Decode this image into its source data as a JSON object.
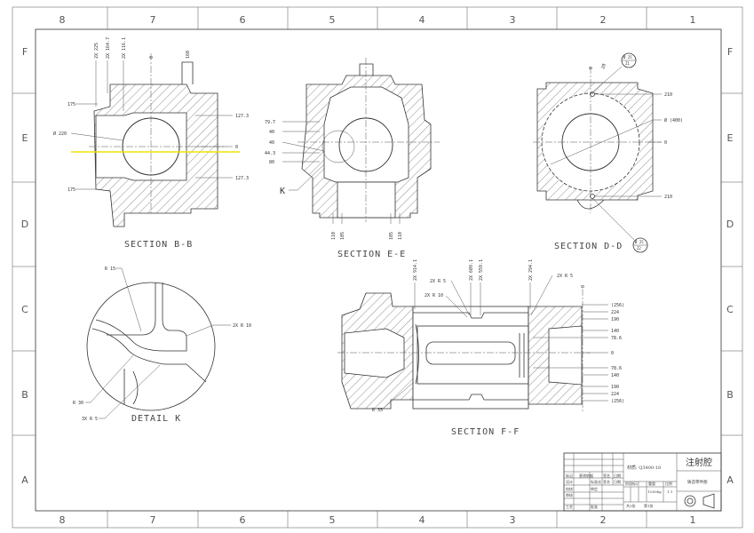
{
  "frame": {
    "columns": [
      "8",
      "7",
      "6",
      "5",
      "4",
      "3",
      "2",
      "1"
    ],
    "rows": [
      "F",
      "E",
      "D",
      "C",
      "B",
      "A"
    ]
  },
  "highlight_color": "#f5e600",
  "section_bb": {
    "title": "SECTION B-B",
    "dims": [
      "2X 225",
      "2X 164.7",
      "2X 116.1",
      "0",
      "160",
      "175",
      "127.3",
      "Ø 220",
      "0",
      "127.3",
      "175"
    ]
  },
  "section_ee": {
    "title": "SECTION E-E",
    "dims": [
      "79.7",
      "40",
      "40",
      "44.3",
      "80",
      "K",
      "110",
      "105",
      "105",
      "110"
    ]
  },
  "section_dd": {
    "title": "SECTION D-D",
    "dims": [
      "0",
      "20",
      "210",
      "Ø (400)",
      "0",
      "210"
    ],
    "balloons": [
      {
        "top": "Ø 25",
        "bottom": "Z1"
      },
      {
        "top": "Ø 25",
        "bottom": "Z2"
      }
    ]
  },
  "detail_k": {
    "title": "DETAIL K",
    "dims": [
      "R 15",
      "2X R 10",
      "R 30",
      "3X R 5"
    ]
  },
  "section_ff": {
    "title": "SECTION F-F",
    "dims_top": [
      "2X 914.1",
      "2X R 5",
      "2X R 10",
      "2X 609.1",
      "2X 559.1",
      "2X 294.1",
      "2X R 5",
      "0"
    ],
    "dims_right": [
      "(256)",
      "224",
      "190",
      "140",
      "78.6",
      "0",
      "78.6",
      "140",
      "190",
      "224",
      "(256)"
    ],
    "dim_r35": "R 35"
  },
  "title_block": {
    "material": "材质: Q3400-18",
    "part_name": "注射腔",
    "drawing_type": "铸造零件图",
    "labels": [
      "标记",
      "更改依据",
      "签名",
      "日期",
      "设计",
      "标准化",
      "签名",
      "日期",
      "校核",
      "审定",
      "审核",
      "工艺",
      "批准",
      "阶段标记",
      "重量",
      "比例",
      "共3张",
      "第1张"
    ],
    "weight": "1000kg",
    "scale": "1:1"
  }
}
